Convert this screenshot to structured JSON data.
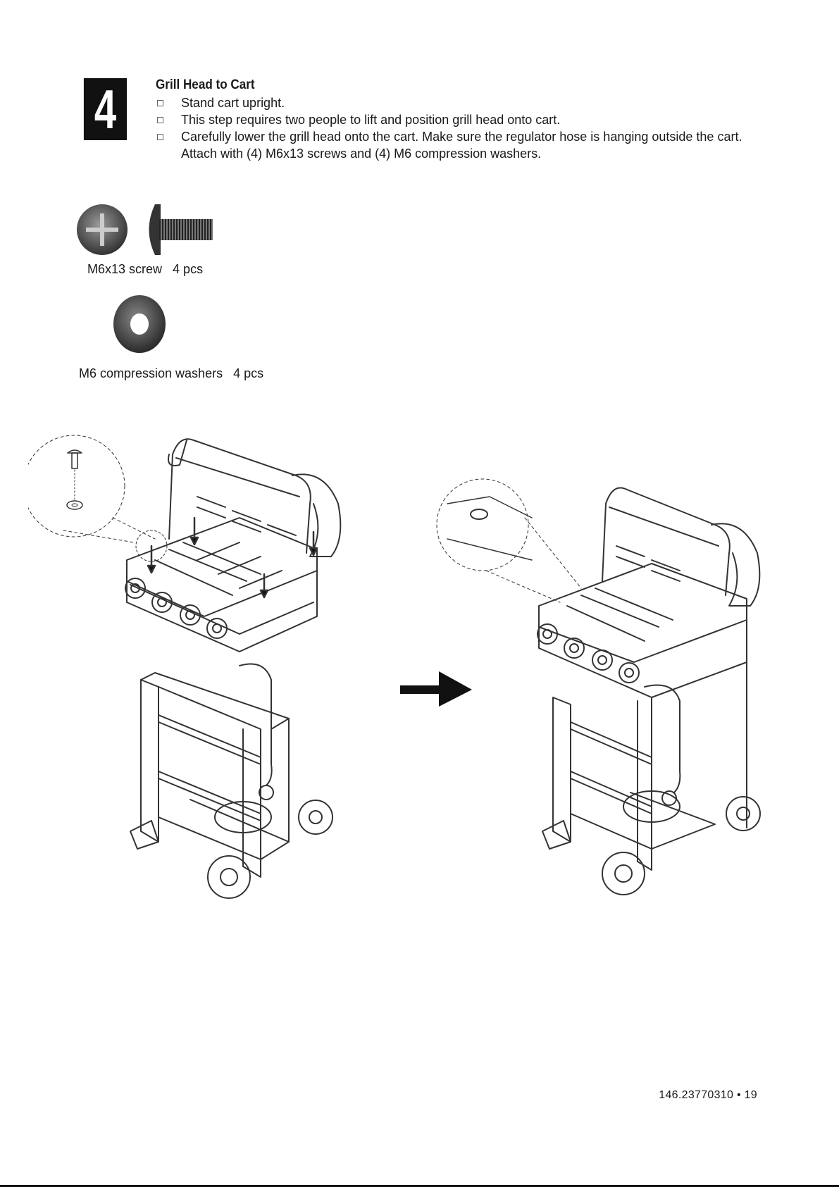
{
  "step": {
    "number": "4",
    "title": "Grill Head to Cart",
    "instructions": [
      "Stand cart upright.",
      "This step requires two people to lift and position grill head onto cart.",
      "Carefully lower the grill head onto the cart. Make sure the regulator hose is hanging outside the cart."
    ],
    "instruction_continuation": "Attach with (4) M6x13 screws and (4) M6 compression washers."
  },
  "parts": [
    {
      "name": "M6x13 screw",
      "qty": "4 pcs",
      "icon": "screw-icon"
    },
    {
      "name": "M6 compression washers",
      "qty": "4 pcs",
      "icon": "washer-icon"
    }
  ],
  "illustrations": {
    "before": "grill-head-lowering-onto-cart",
    "arrow": "right-arrow-icon",
    "after": "grill-head-attached-to-cart"
  },
  "footer": {
    "page_number": "146.23770310 • 19"
  },
  "colors": {
    "ink": "#111111",
    "line": "#333333",
    "paper": "#ffffff"
  }
}
